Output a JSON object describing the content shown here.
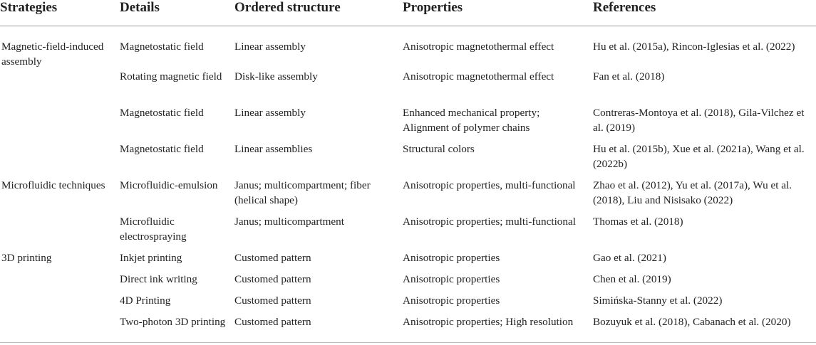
{
  "headers": {
    "strategies": "Strategies",
    "details": "Details",
    "ordered_structure": "Ordered structure",
    "properties": "Properties",
    "references": "References"
  },
  "rows": [
    {
      "strategy": "Magnetic-field-induced assembly",
      "details": "Magnetostatic field",
      "structure": "Linear assembly",
      "properties": "Anisotropic magnetothermal effect",
      "references": "Hu et al. (2015a), Rincon-Iglesias et al. (2022)"
    },
    {
      "strategy": "",
      "details": "Rotating magnetic field",
      "structure": "Disk-like assembly",
      "properties": "Anisotropic magnetothermal effect",
      "references": "Fan et al. (2018)"
    },
    {
      "strategy": "",
      "details": "Magnetostatic field",
      "structure": "Linear assembly",
      "properties": "Enhanced mechanical property; Alignment of polymer chains",
      "references": "Contreras-Montoya et al. (2018), Gila-Vilchez et al. (2019)"
    },
    {
      "strategy": "",
      "details": "Magnetostatic field",
      "structure": "Linear assemblies",
      "properties": "Structural colors",
      "references": "Hu et al. (2015b), Xue et al. (2021a), Wang et al. (2022b)"
    },
    {
      "strategy": "Microfluidic techniques",
      "details": "Microfluidic-emulsion",
      "structure": "Janus; multicompartment; fiber (helical shape)",
      "properties": "Anisotropic properties, multi-functional",
      "references": "Zhao et al. (2012), Yu et al. (2017a), Wu et al. (2018), Liu and Nisisako (2022)"
    },
    {
      "strategy": "",
      "details": "Microfluidic electrospraying",
      "structure": "Janus; multicompartment",
      "properties": "Anisotropic properties; multi-functional",
      "references": "Thomas et al. (2018)"
    },
    {
      "strategy": "3D printing",
      "details": "Inkjet printing",
      "structure": "Customed pattern",
      "properties": "Anisotropic properties",
      "references": "Gao et al. (2021)"
    },
    {
      "strategy": "",
      "details": "Direct ink writing",
      "structure": "Customed pattern",
      "properties": "Anisotropic properties",
      "references": "Chen et al. (2019)"
    },
    {
      "strategy": "",
      "details": "4D Printing",
      "structure": "Customed pattern",
      "properties": "Anisotropic properties",
      "references": "Simińska-Stanny et al. (2022)"
    },
    {
      "strategy": "",
      "details": "Two-photon 3D printing",
      "structure": "Customed pattern",
      "properties": "Anisotropic properties; High resolution",
      "references": "Bozuyuk et al. (2018), Cabanach et al. (2020)"
    }
  ]
}
